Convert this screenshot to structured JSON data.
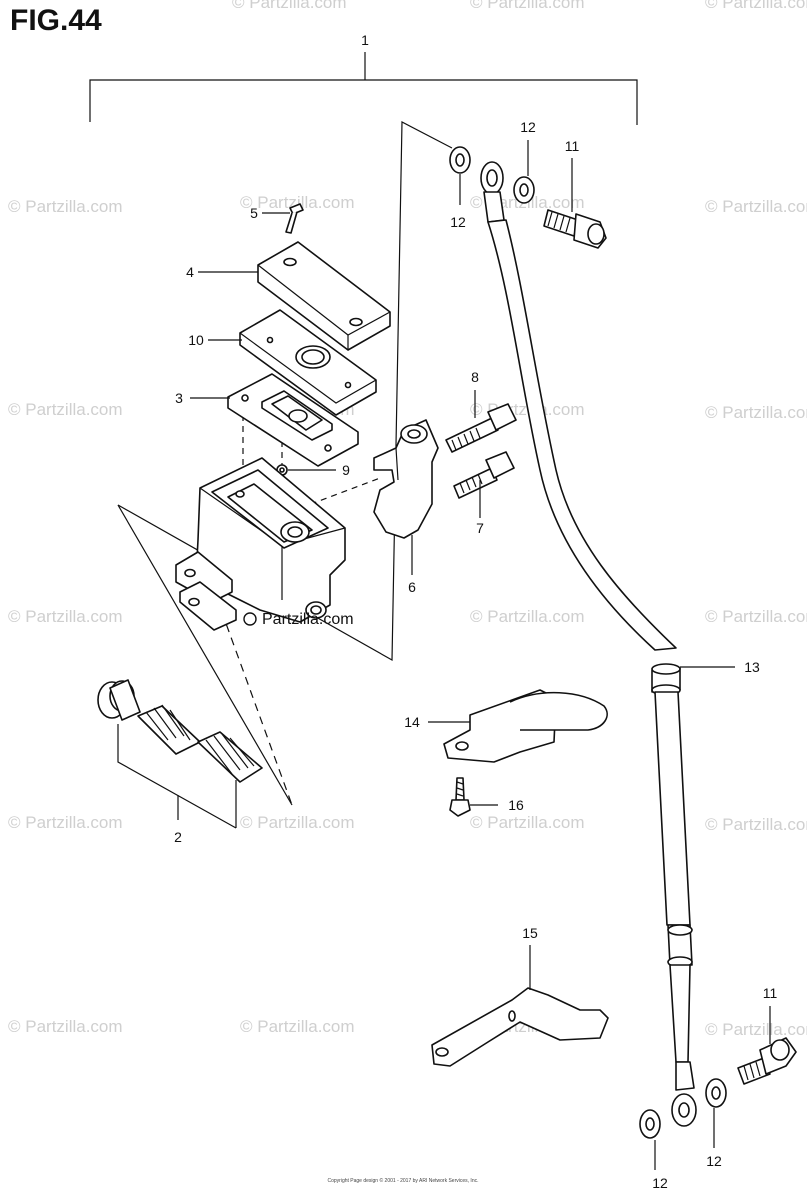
{
  "figure_title": "FIG.44",
  "watermark_text": "© Partzilla.com",
  "center_watermark": "© Partzilla.com",
  "footer_text": "Copyright Page design © 2001 - 2017 by ARI Network Services, Inc.",
  "callouts": {
    "c1": "1",
    "c2": "2",
    "c3": "3",
    "c4": "4",
    "c5": "5",
    "c6": "6",
    "c7": "7",
    "c8": "8",
    "c9": "9",
    "c10": "10",
    "c11a": "11",
    "c11b": "11",
    "c12a": "12",
    "c12b": "12",
    "c12c": "12",
    "c12d": "12",
    "c13": "13",
    "c14": "14",
    "c15": "15",
    "c16": "16"
  },
  "colors": {
    "line": "#111111",
    "watermark": "#cfcfcf",
    "background": "#ffffff"
  }
}
